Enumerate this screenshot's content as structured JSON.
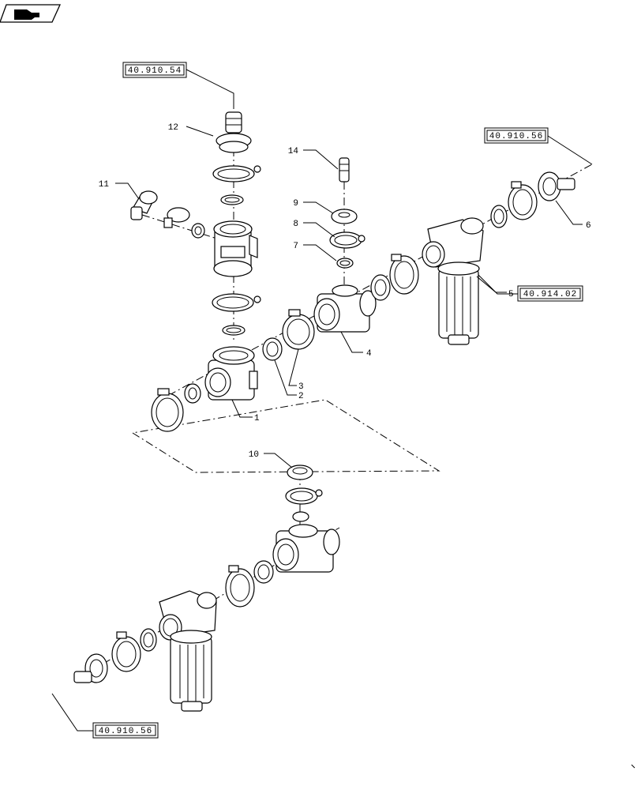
{
  "references": {
    "top": "40.910.54",
    "right_top": "40.910.56",
    "filter": "40.914.02",
    "bottom": "40.910.56"
  },
  "callouts": {
    "c1": "1",
    "c2": "2",
    "c3": "3",
    "c4": "4",
    "c5": "5",
    "c6": "6",
    "c7": "7",
    "c8": "8",
    "c9": "9",
    "c10": "10",
    "c11": "11",
    "c12": "12",
    "c14": "14"
  },
  "icons": {
    "corner": "next-page-icon"
  }
}
